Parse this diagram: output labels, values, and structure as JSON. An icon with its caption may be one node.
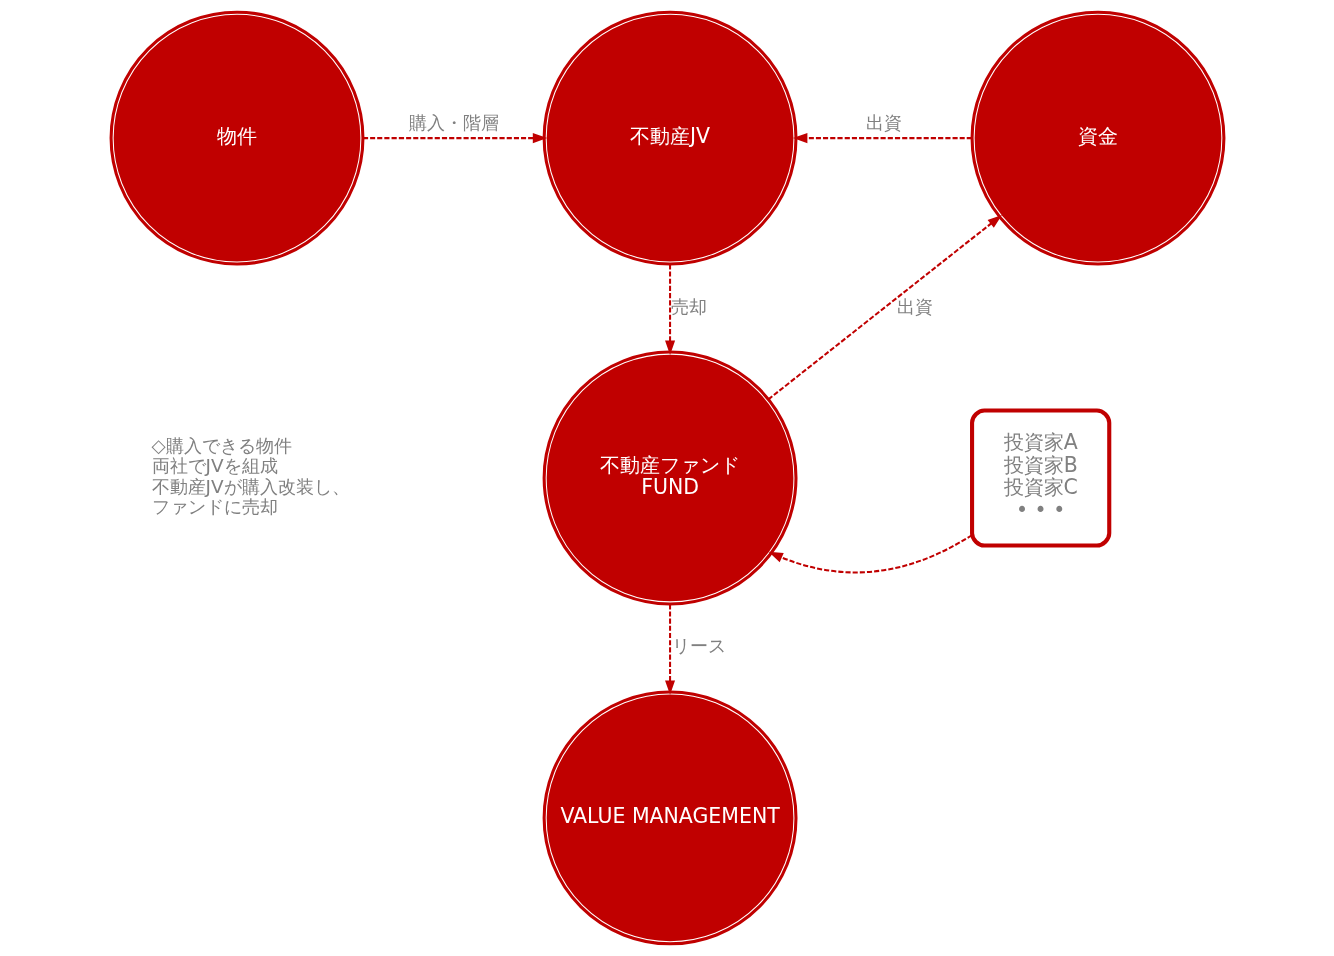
{
  "diagram": {
    "nodes": [
      {
        "text": [
          "物件"
        ]
      },
      {
        "text": [
          "不動産JV"
        ]
      },
      {
        "text": [
          "資金"
        ]
      },
      {
        "text": [
          "不動産ファンド",
          "FUND"
        ]
      },
      {
        "text": [
          "VALUE MANAGEMENT"
        ]
      },
      {
        "text": [
          "投資家A",
          "投資家B",
          "投資家C",
          "• • •"
        ]
      }
    ],
    "edges": [
      {
        "from": 0,
        "to": 1,
        "arrow": "to",
        "label": "購入・階層",
        "style": "dashed"
      },
      {
        "from": 2,
        "to": 1,
        "arrow": "to",
        "label": "出資",
        "style": "dashed"
      },
      {
        "from": 1,
        "to": 3,
        "arrow": "to",
        "label": "売却",
        "style": "dashed"
      },
      {
        "from": 3,
        "to": 2,
        "arrow": "to",
        "label": "出資",
        "style": "dashed"
      },
      {
        "from": 5,
        "to": 3,
        "arrow": "to",
        "style": "dashed"
      },
      {
        "from": 3,
        "to": 4,
        "arrow": "to",
        "label": "リース",
        "style": "dashed"
      }
    ],
    "labels": [
      "◇購入できる物件",
      "両社でJVを組成",
      "不動産JVが購入改装し、",
      "ファンドに売却"
    ]
  }
}
